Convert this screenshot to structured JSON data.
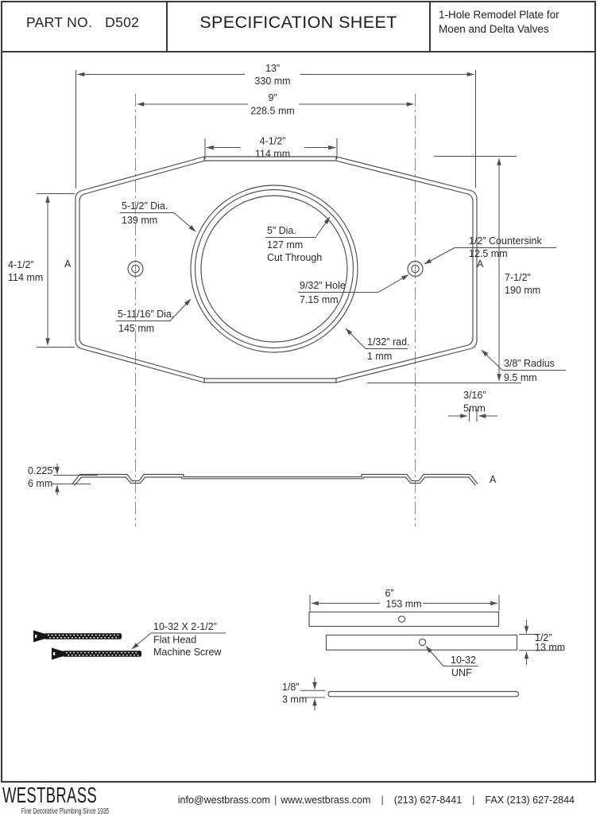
{
  "header": {
    "part_label": "PART NO.",
    "part_number": "D502",
    "title": "SPECIFICATION SHEET",
    "description": "1-Hole Remodel Plate for Moen and Delta Valves"
  },
  "plan": {
    "dim_width": {
      "in": "13”",
      "mm": "330 mm"
    },
    "dim_screw_spacing": {
      "in": "9”",
      "mm": "228.5 mm"
    },
    "dim_flat_top": {
      "in": "4-1/2”",
      "mm": "114 mm"
    },
    "dim_side_height": {
      "in": "4-1/2”",
      "mm": "114 mm"
    },
    "dim_total_height": {
      "in": "7-1/2”",
      "mm": "190 mm"
    },
    "note_inner_ring": {
      "l1": "5-1/2” Dia.",
      "l2": "139 mm"
    },
    "note_outer_ring": {
      "l1": "5-11/16” Dia.",
      "l2": "145 mm"
    },
    "note_cut_hole": {
      "l1": "5” Dia.",
      "l2": "127 mm",
      "l3": "Cut Through"
    },
    "note_screw_hole": {
      "l1": "9/32” Hole",
      "l2": "7.15 mm"
    },
    "note_countersink": {
      "l1": "1/2” Countersink",
      "l2": "12.5 mm"
    },
    "note_edge_radius": {
      "l1": "1/32” rad.",
      "l2": "1 mm"
    },
    "note_corner_radius": {
      "l1": "3/8” Radius",
      "l2": "9.5 mm"
    },
    "dim_rim": {
      "in": "3/16”",
      "mm": "5mm"
    },
    "section_label_left": "A",
    "section_label_right": "A"
  },
  "section": {
    "dim_thickness": {
      "in": "0.225”",
      "mm": "6 mm"
    },
    "label": "A"
  },
  "screw_note": {
    "l1": "10-32 X 2-1/2”",
    "l2": "Flat Head",
    "l3": "Machine Screw"
  },
  "bracket": {
    "dim_length": {
      "in": "6”",
      "mm": "153 mm"
    },
    "dim_thickness": {
      "in": "1/2”",
      "mm": "13 mm"
    },
    "note_thread": {
      "l1": "10-32",
      "l2": "UNF"
    },
    "dim_strip": {
      "in": "1/8”",
      "mm": "3 mm"
    }
  },
  "footer": {
    "brand": "WESTBRASS",
    "tagline": "Fine Decorative Plumbing Since 1935",
    "email": "info@westbrass.com",
    "separator": "|",
    "website": "www.westbrass.com",
    "phone": "(213) 627-8441",
    "fax": "FAX (213) 627-2844"
  }
}
